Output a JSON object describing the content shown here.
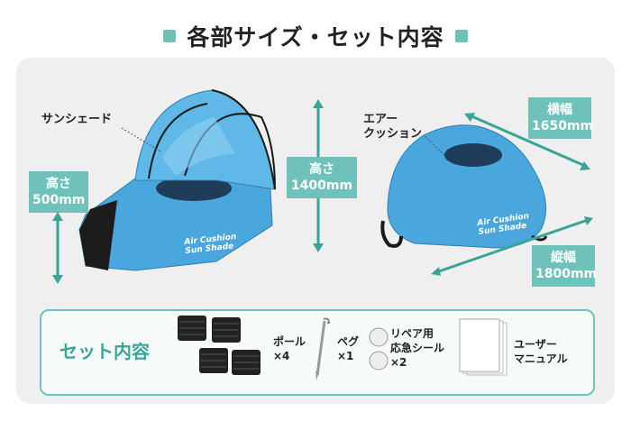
{
  "title": "各部サイズ・セット内容",
  "left_product": {
    "label_sunshade": "サンシェード",
    "height_tag": {
      "line1": "高さ",
      "line2": "500mm"
    },
    "logo_text": {
      "line1": "Air Cushion",
      "line2": "Sun Shade"
    }
  },
  "center_tag": {
    "line1": "高さ",
    "line2": "1400mm"
  },
  "right_product": {
    "label_cushion": {
      "line1": "エアー",
      "line2": "クッション"
    },
    "width_tag": {
      "line1": "横幅",
      "line2": "1650mm"
    },
    "depth_tag": {
      "line1": "縦幅",
      "line2": "1800mm"
    },
    "logo_text": {
      "line1": "Air Cushion",
      "line2": "Sun Shade"
    }
  },
  "set_contents": {
    "title": "セット内容",
    "items": [
      {
        "name": "ポール",
        "qty": "×4"
      },
      {
        "name": "ペグ",
        "qty": "×1"
      },
      {
        "name": "リペア用\n応急シール",
        "name_line1": "リペア用",
        "name_line2": "応急シール",
        "qty": "×2"
      },
      {
        "name_line1": "ユーザー",
        "name_line2": "マニュアル"
      }
    ]
  },
  "colors": {
    "accent": "#6fc2b9",
    "product_blue": "#49a7dd",
    "panel_bg": "#efefef"
  }
}
